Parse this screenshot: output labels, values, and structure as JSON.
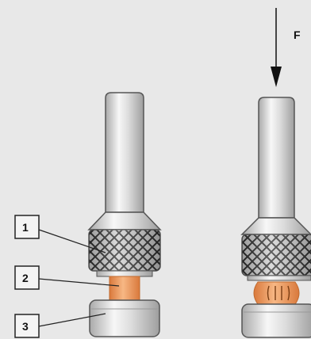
{
  "diagram": {
    "force_label": "F",
    "callouts": [
      {
        "id": "1",
        "text": "1"
      },
      {
        "id": "2",
        "text": "2"
      },
      {
        "id": "3",
        "text": "3"
      }
    ]
  },
  "colors": {
    "background": "#e8e8e8",
    "metal_light": "#f7f7f7",
    "metal_mid": "#d3d3d3",
    "metal_dark": "#a9a9a9",
    "outline": "#555555",
    "copper": "#f2a56a",
    "copper_dark": "#d9793c",
    "box_fill": "#f4f4f4"
  }
}
